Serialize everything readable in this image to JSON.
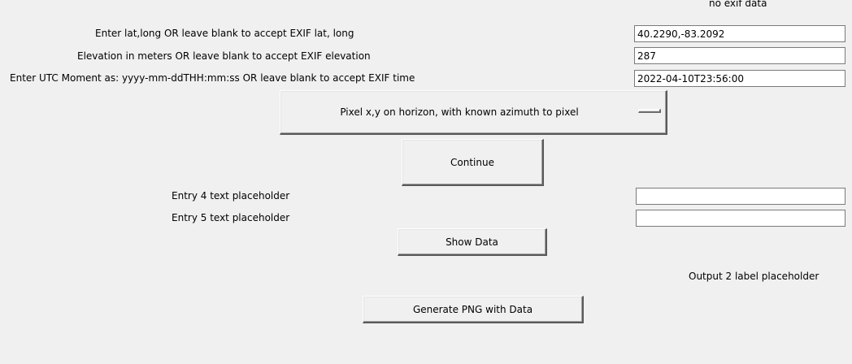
{
  "status": {
    "exif_label": "no exif data"
  },
  "form": {
    "latlong_label": "Enter lat,long OR leave blank to accept EXIF lat, long",
    "latlong_value": "40.2290,-83.2092",
    "elevation_label": "Elevation in meters OR leave blank to accept EXIF elevation",
    "elevation_value": "287",
    "utc_label": "Enter UTC Moment as: yyyy-mm-ddTHH:mm:ss OR leave blank to accept EXIF time",
    "utc_value": "2022-04-10T23:56:00"
  },
  "mode_menu": {
    "selected": "Pixel x,y on horizon, with known azimuth to pixel"
  },
  "buttons": {
    "continue": "Continue",
    "show_data": "Show Data",
    "generate_png": "Generate PNG with Data"
  },
  "entries": {
    "entry4_label": "Entry 4 text placeholder",
    "entry4_value": "",
    "entry5_label": "Entry 5 text placeholder",
    "entry5_value": ""
  },
  "output": {
    "output2_label": "Output 2 label placeholder"
  }
}
